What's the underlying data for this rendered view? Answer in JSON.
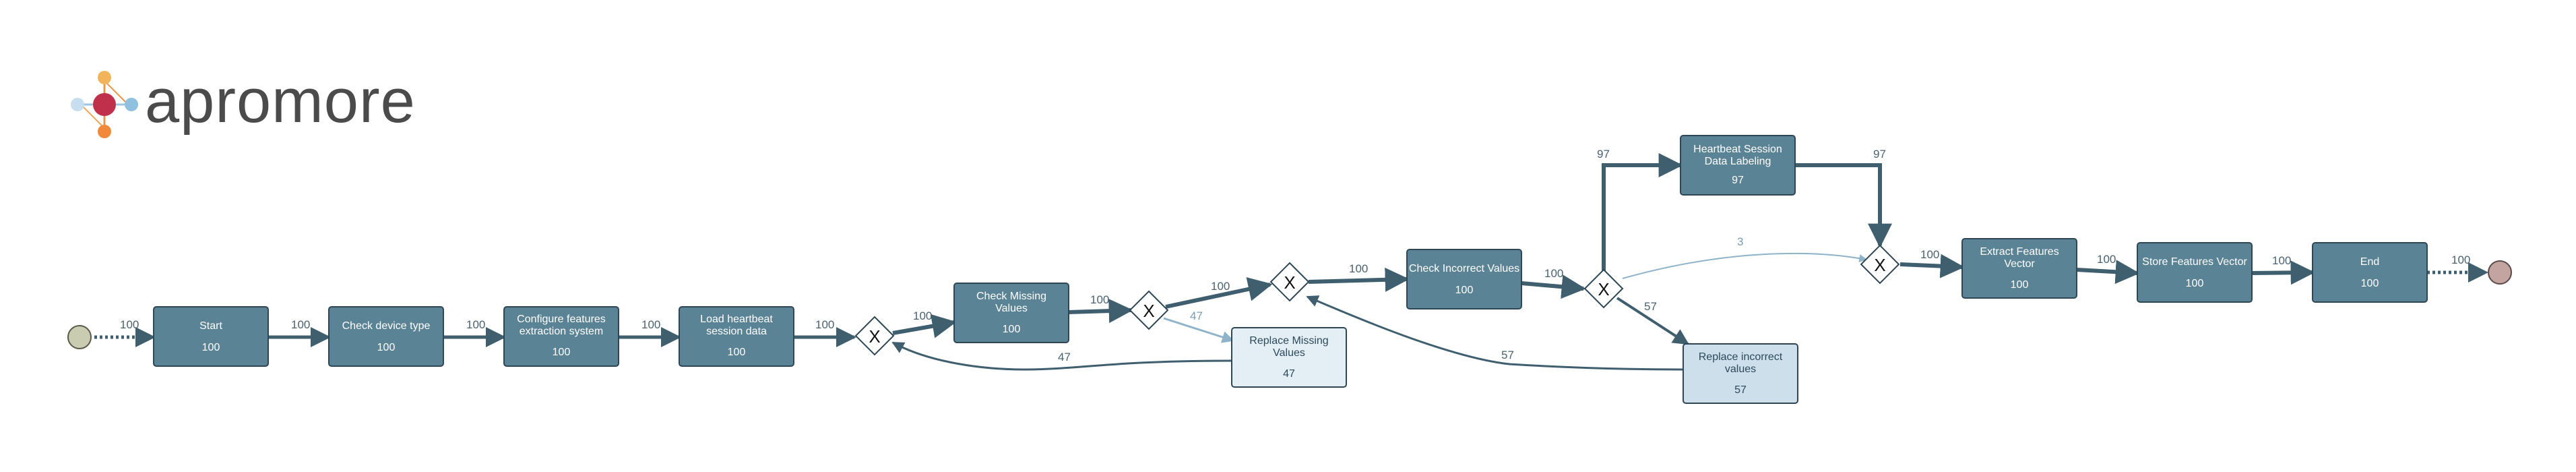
{
  "logo": {
    "text": "apromore"
  },
  "colors": {
    "task_fill": "#5b8396",
    "task_stroke": "#2f4754",
    "light_task_fill": "#e3eef5",
    "light_task_fill_2": "#cddfea",
    "edge": "#3f5f6f",
    "edge_light": "#8fb3c8",
    "start_event": "#c9ccb0",
    "end_event": "#c4a4a0"
  },
  "events": {
    "start": {
      "name": "start-event"
    },
    "end": {
      "name": "end-event"
    }
  },
  "tasks": [
    {
      "id": "t_start",
      "label": [
        "Start"
      ],
      "count": "100",
      "style": "dark"
    },
    {
      "id": "t_check_device",
      "label": [
        "Check device type"
      ],
      "count": "100",
      "style": "dark"
    },
    {
      "id": "t_configure",
      "label": [
        "Configure features",
        "extraction system"
      ],
      "count": "100",
      "style": "dark"
    },
    {
      "id": "t_load",
      "label": [
        "Load heartbeat",
        "session data"
      ],
      "count": "100",
      "style": "dark"
    },
    {
      "id": "t_check_missing",
      "label": [
        "Check Missing",
        "Values"
      ],
      "count": "100",
      "style": "dark"
    },
    {
      "id": "t_replace_missing",
      "label": [
        "Replace Missing",
        "Values"
      ],
      "count": "47",
      "style": "light"
    },
    {
      "id": "t_check_incorrect",
      "label": [
        "Check Incorrect Values"
      ],
      "count": "100",
      "style": "dark"
    },
    {
      "id": "t_replace_incorrect",
      "label": [
        "Replace incorrect",
        "values"
      ],
      "count": "57",
      "style": "light2"
    },
    {
      "id": "t_labeling",
      "label": [
        "Heartbeat Session",
        "Data Labeling"
      ],
      "count": "97",
      "style": "dark"
    },
    {
      "id": "t_extract",
      "label": [
        "Extract Features",
        "Vector"
      ],
      "count": "100",
      "style": "dark"
    },
    {
      "id": "t_store",
      "label": [
        "Store Features  Vector"
      ],
      "count": "100",
      "style": "dark"
    },
    {
      "id": "t_end",
      "label": [
        "End"
      ],
      "count": "100",
      "style": "dark"
    }
  ],
  "gateways": [
    {
      "id": "g1",
      "label": "X"
    },
    {
      "id": "g2",
      "label": "X"
    },
    {
      "id": "g3",
      "label": "X"
    },
    {
      "id": "g4",
      "label": "X"
    },
    {
      "id": "g5",
      "label": "X"
    }
  ],
  "edges": [
    {
      "id": "e1",
      "label": "100"
    },
    {
      "id": "e2",
      "label": "100"
    },
    {
      "id": "e3",
      "label": "100"
    },
    {
      "id": "e4",
      "label": "100"
    },
    {
      "id": "e5",
      "label": "100"
    },
    {
      "id": "e6",
      "label": "100"
    },
    {
      "id": "e7",
      "label": "100"
    },
    {
      "id": "e8",
      "label": "47"
    },
    {
      "id": "e9",
      "label": "47"
    },
    {
      "id": "e10",
      "label": "100"
    },
    {
      "id": "e11",
      "label": "100"
    },
    {
      "id": "e12",
      "label": "100"
    },
    {
      "id": "e13",
      "label": "57"
    },
    {
      "id": "e14",
      "label": "57"
    },
    {
      "id": "e15",
      "label": "97"
    },
    {
      "id": "e16",
      "label": "97"
    },
    {
      "id": "e17",
      "label": "3"
    },
    {
      "id": "e18",
      "label": "100"
    },
    {
      "id": "e19",
      "label": "100"
    },
    {
      "id": "e20",
      "label": "100"
    },
    {
      "id": "e21",
      "label": "100"
    }
  ]
}
